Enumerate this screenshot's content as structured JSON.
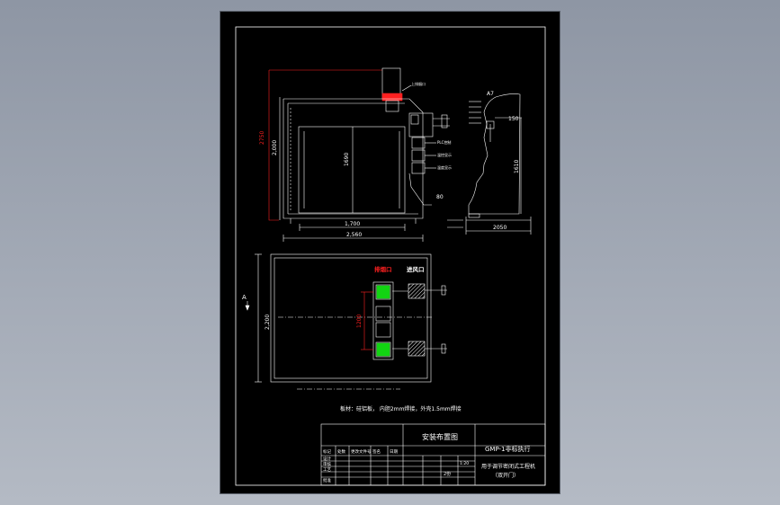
{
  "drawing": {
    "title": "安装布置图",
    "note": "板材：硅铝板， 内胆2mm焊接，外壳1.5mm焊接",
    "dims": {
      "height_total": "2750",
      "height_inner": "2,000",
      "door_height": "1690",
      "door_width": "1,700",
      "overall_width": "2,560",
      "gap_80": "80",
      "side_top": "150",
      "side_height": "1610",
      "side_width": "2050",
      "plan_depth": "2,200",
      "port_spacing": "1200"
    },
    "labels": {
      "view_a_side": "A7",
      "view_a_plan": "A",
      "inlet_port": "排烟口",
      "outlet_port": "进风口",
      "top_port_note": "上排烟口",
      "ctrl_1": "PLC控制",
      "ctrl_2": "温控显示",
      "ctrl_3": "温度显示"
    },
    "title_block": {
      "drawing_no": "GMP-1非标执行",
      "product_name": "用于调节密闭式工程机",
      "product_sub": "（双开门）",
      "scale": "1:20",
      "sheets": "2份",
      "rows": [
        "标记",
        "处数",
        "更改文件号",
        "签名",
        "日期"
      ],
      "roles": [
        "设计",
        "审核",
        "工艺",
        "批准"
      ]
    },
    "colors": {
      "line": "#ffffff",
      "dim_red": "#ff2020",
      "green": "#12d412",
      "hatch": "#ffffff"
    }
  }
}
